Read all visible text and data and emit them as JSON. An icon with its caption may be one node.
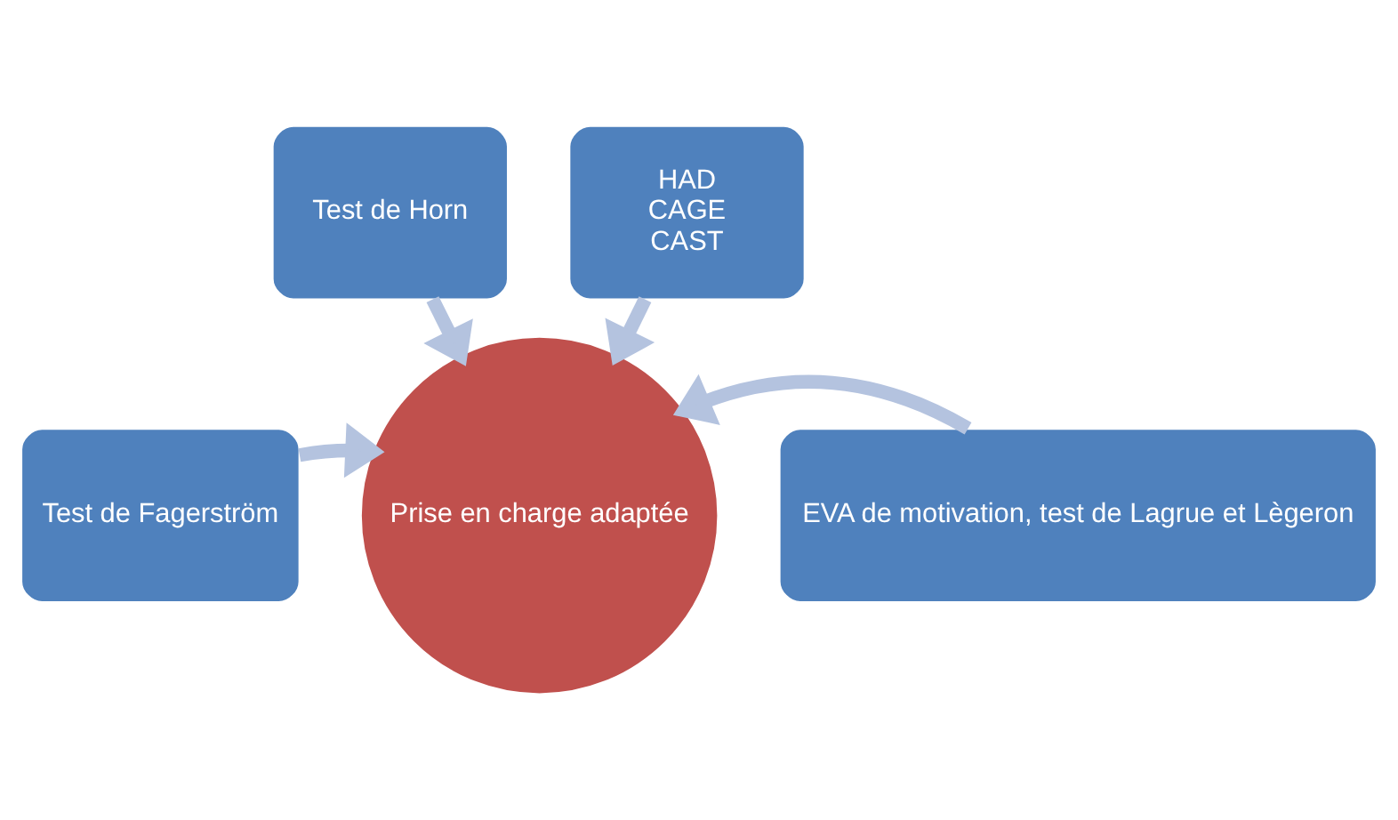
{
  "diagram": {
    "nodes": [
      {
        "text": [
          "Test de Horn"
        ]
      },
      {
        "text": [
          "HAD",
          "CAGE",
          "CAST"
        ]
      },
      {
        "text": [
          "Test de Fagerström"
        ]
      },
      {
        "text": [
          "EVA de motivation, test de Lagrue et Lègeron"
        ]
      },
      {
        "text": [
          "Prise en charge adaptée"
        ]
      }
    ],
    "edges": [
      {
        "from": 0,
        "to": 4,
        "arrow": "to"
      },
      {
        "from": 1,
        "to": 4,
        "arrow": "to"
      },
      {
        "from": 2,
        "to": 4,
        "arrow": "to"
      },
      {
        "from": 3,
        "to": 4,
        "arrow": "to"
      }
    ]
  }
}
